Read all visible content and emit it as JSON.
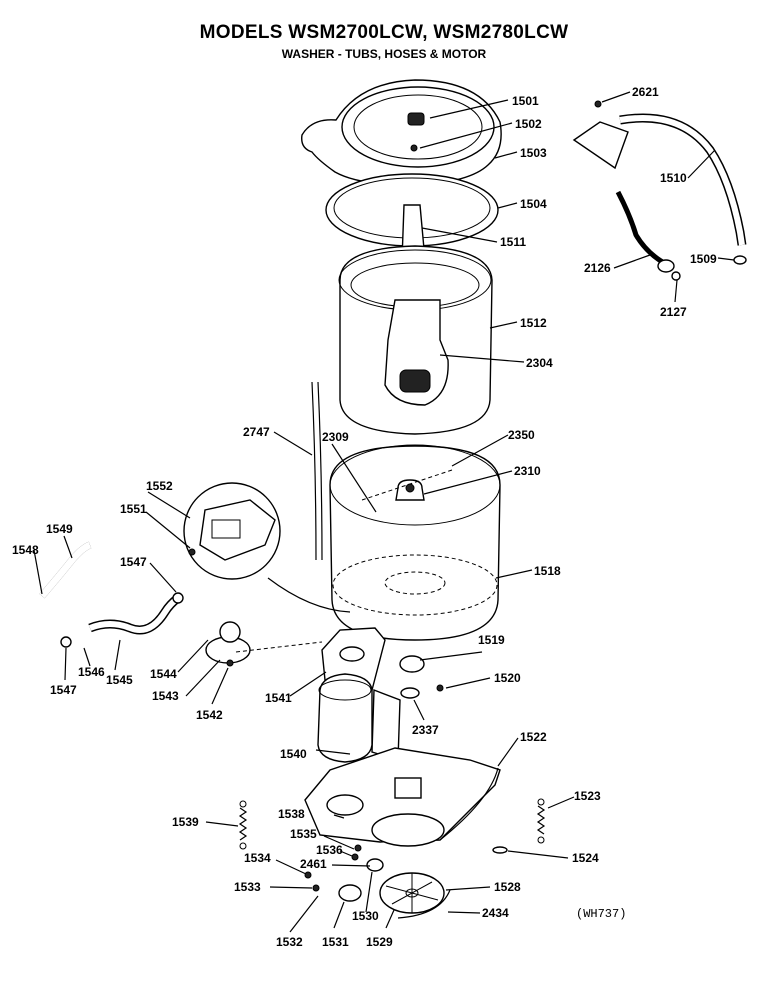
{
  "header": {
    "title": "MODELS WSM2700LCW, WSM2780LCW",
    "subtitle": "WASHER - TUBS, HOSES & MOTOR"
  },
  "reference_code": "(WH737)",
  "parts": {
    "p1501": "1501",
    "p1502": "1502",
    "p1503": "1503",
    "p1504": "1504",
    "p1509": "1509",
    "p1510": "1510",
    "p1511": "1511",
    "p1512": "1512",
    "p1518": "1518",
    "p1519": "1519",
    "p1520": "1520",
    "p1522": "1522",
    "p1523": "1523",
    "p1524": "1524",
    "p1528": "1528",
    "p1529": "1529",
    "p1530": "1530",
    "p1531": "1531",
    "p1532": "1532",
    "p1533": "1533",
    "p1534": "1534",
    "p1535": "1535",
    "p1536": "1536",
    "p1538": "1538",
    "p1539": "1539",
    "p1540": "1540",
    "p1541": "1541",
    "p1542": "1542",
    "p1543": "1543",
    "p1544": "1544",
    "p1545": "1545",
    "p1546": "1546",
    "p1547a": "1547",
    "p1547b": "1547",
    "p1548": "1548",
    "p1549": "1549",
    "p1551": "1551",
    "p1552": "1552",
    "p2126": "2126",
    "p2127": "2127",
    "p2304": "2304",
    "p2309": "2309",
    "p2310": "2310",
    "p2337": "2337",
    "p2350": "2350",
    "p2434": "2434",
    "p2461": "2461",
    "p2621": "2621",
    "p2747": "2747"
  }
}
